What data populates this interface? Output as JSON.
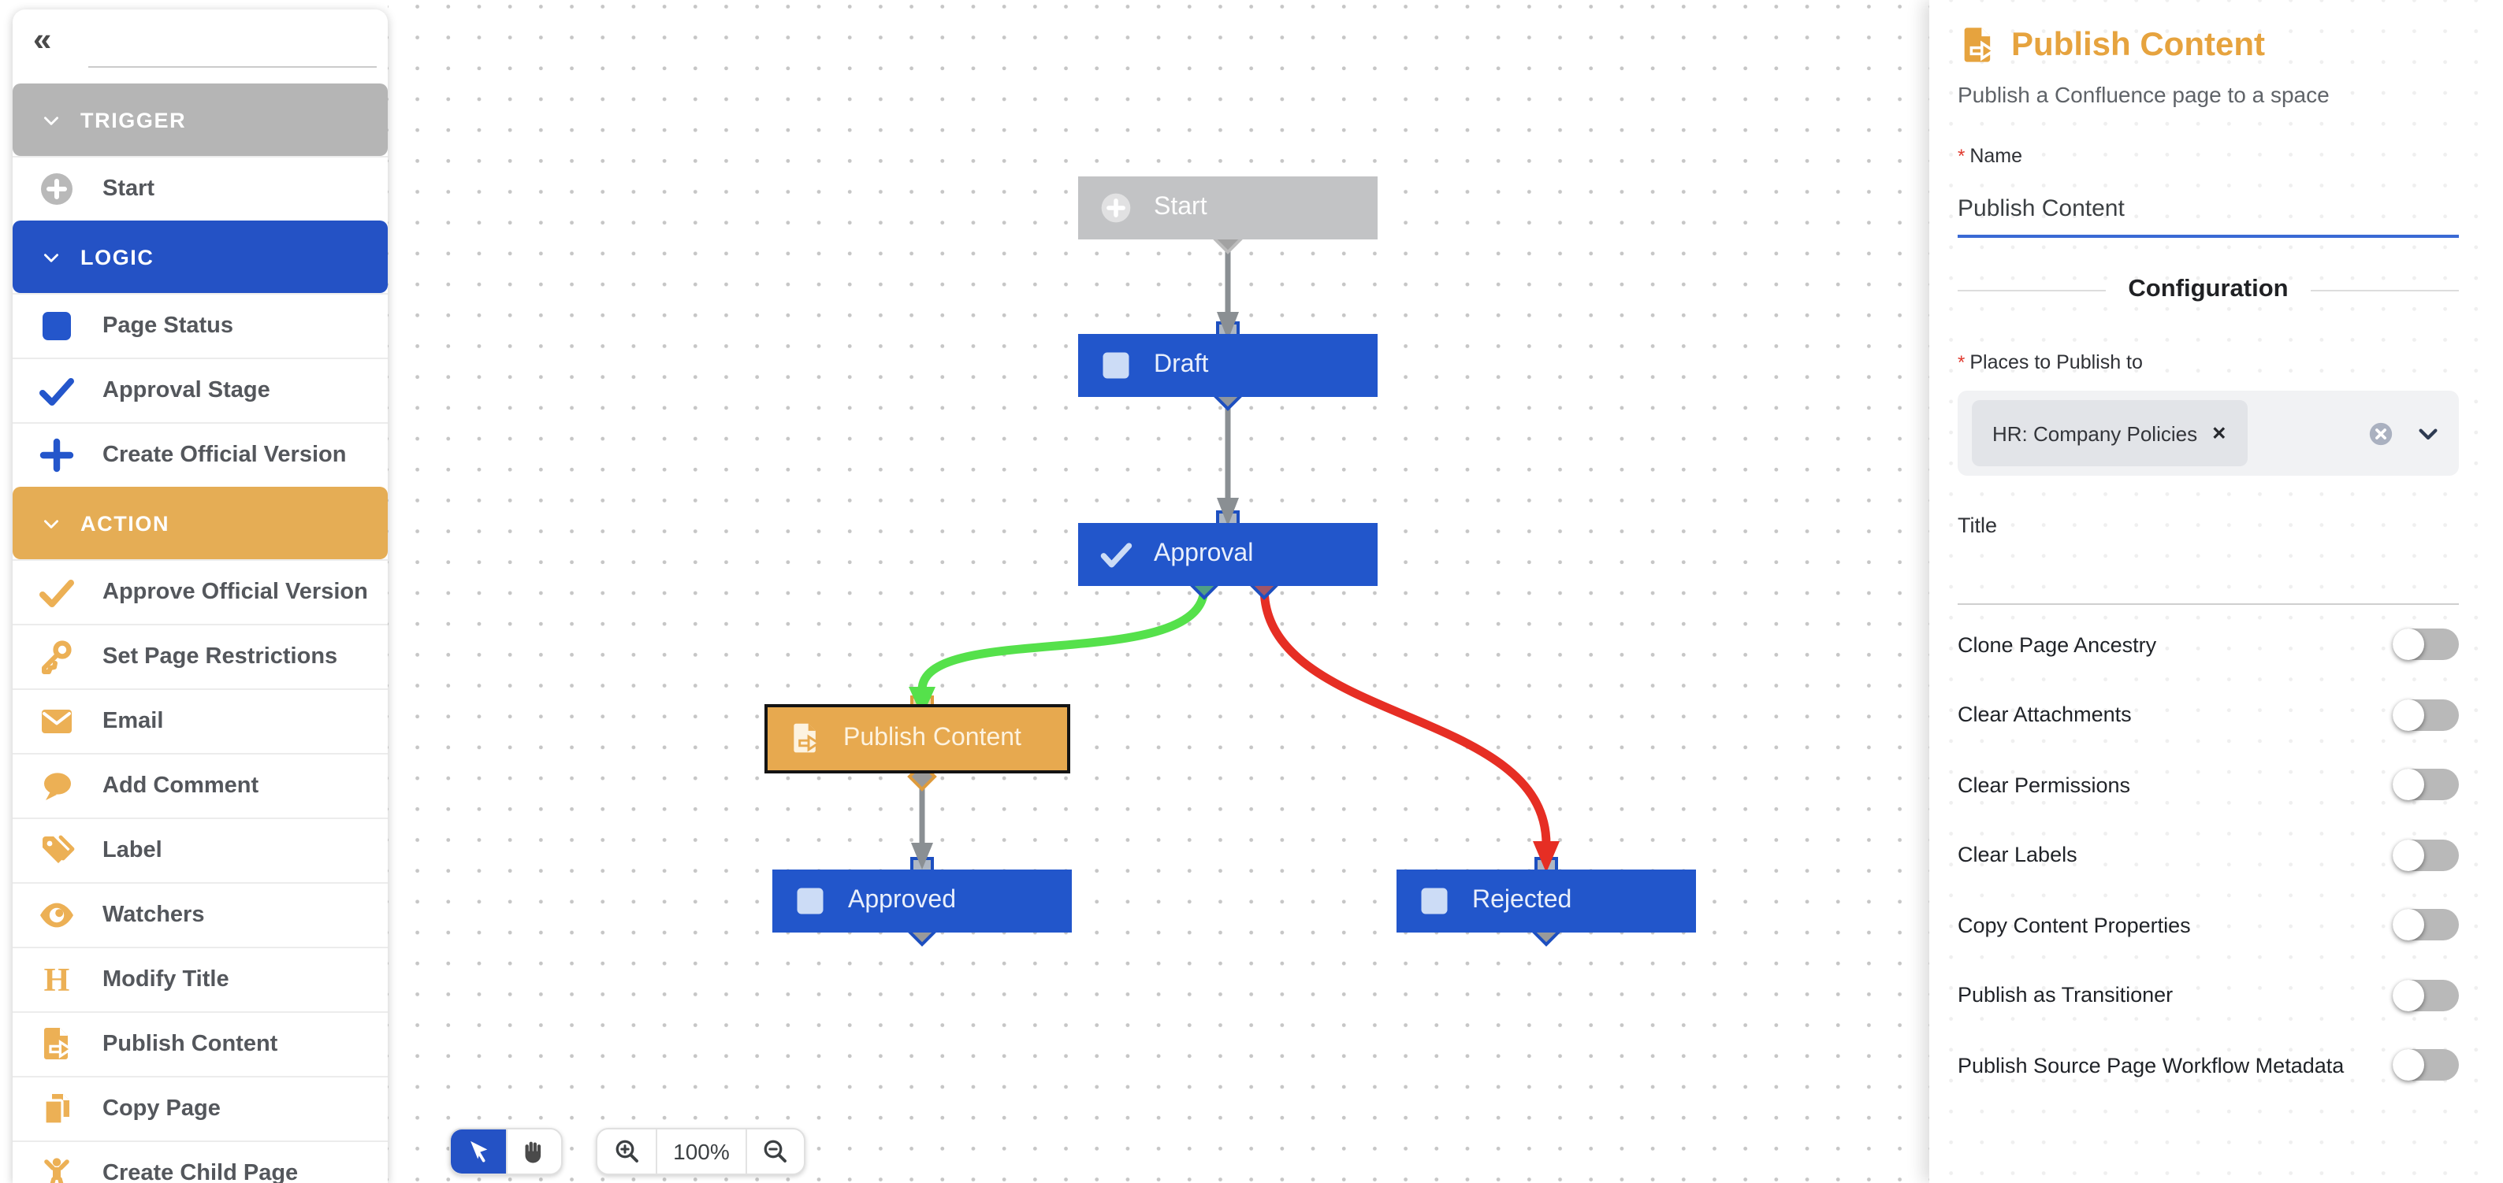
{
  "app": {
    "title": "Workflow Builder",
    "accent_blue": "#2452c5",
    "accent_orange": "#e5ad55"
  },
  "sidebar": {
    "collapse_glyph": "«",
    "search": {
      "placeholder": "",
      "value": ""
    },
    "sections": [
      {
        "label": "TRIGGER",
        "color": "#b5b5b5",
        "items": [
          {
            "label": "Start",
            "icon": "circle-plus-icon"
          }
        ]
      },
      {
        "label": "LOGIC",
        "color": "#2452c5",
        "items": [
          {
            "label": "Page Status",
            "icon": "square-icon"
          },
          {
            "label": "Approval Stage",
            "icon": "check-icon"
          },
          {
            "label": "Create Official Version",
            "icon": "plus-icon"
          }
        ]
      },
      {
        "label": "ACTION",
        "color": "#e5ad55",
        "items": [
          {
            "label": "Approve Official Version",
            "icon": "check-icon"
          },
          {
            "label": "Set Page Restrictions",
            "icon": "key-icon"
          },
          {
            "label": "Email",
            "icon": "envelope-icon"
          },
          {
            "label": "Add Comment",
            "icon": "speech-bubble-icon"
          },
          {
            "label": "Label",
            "icon": "tag-icon"
          },
          {
            "label": "Watchers",
            "icon": "eye-icon"
          },
          {
            "label": "Modify Title",
            "icon": "heading-icon"
          },
          {
            "label": "Publish Content",
            "icon": "doc-arrow-icon"
          },
          {
            "label": "Copy Page",
            "icon": "copy-icon"
          },
          {
            "label": "Create Child Page",
            "icon": "person-icon"
          }
        ]
      }
    ]
  },
  "canvas": {
    "nodes": {
      "start": {
        "label": "Start",
        "type": "trigger",
        "color": "#c2c3c5"
      },
      "draft": {
        "label": "Draft",
        "type": "status",
        "color": "#2256cb"
      },
      "approval": {
        "label": "Approval",
        "type": "stage",
        "color": "#2256cb"
      },
      "publish": {
        "label": "Publish Content",
        "type": "action",
        "color": "#e7a94f",
        "selected": true
      },
      "approved": {
        "label": "Approved",
        "type": "status",
        "color": "#2256cb"
      },
      "rejected": {
        "label": "Rejected",
        "type": "status",
        "color": "#2256cb"
      }
    },
    "edges": [
      {
        "from": "start",
        "to": "draft",
        "color": "#8a8f93"
      },
      {
        "from": "draft",
        "to": "approval",
        "color": "#8a8f93"
      },
      {
        "from": "approval",
        "to": "publish",
        "color": "#55e14b"
      },
      {
        "from": "approval",
        "to": "rejected",
        "color": "#e62e24"
      },
      {
        "from": "publish",
        "to": "approved",
        "color": "#8a8f93"
      }
    ],
    "toolbar": {
      "zoom_level": "100%",
      "selected_tool": "pointer"
    }
  },
  "panel": {
    "title": "Publish Content",
    "subtitle": "Publish a Confluence page to a space",
    "required_marker": "*",
    "name_label": "Name",
    "name_value": "Publish Content",
    "config_heading": "Configuration",
    "places_label": "Places to Publish to",
    "places_chip": "HR: Company Policies",
    "chip_remove_glyph": "✕",
    "title_label": "Title",
    "title_value": "",
    "toggles": [
      {
        "label": "Clone Page Ancestry",
        "value": false
      },
      {
        "label": "Clear Attachments",
        "value": false
      },
      {
        "label": "Clear Permissions",
        "value": false
      },
      {
        "label": "Clear Labels",
        "value": false
      },
      {
        "label": "Copy Content Properties",
        "value": false
      },
      {
        "label": "Publish as Transitioner",
        "value": false
      },
      {
        "label": "Publish Source Page Workflow Metadata",
        "value": false
      }
    ]
  }
}
